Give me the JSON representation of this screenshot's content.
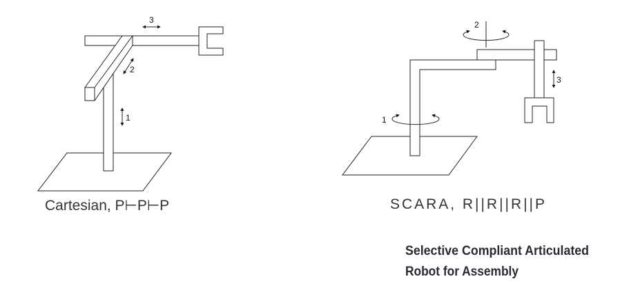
{
  "cartesian": {
    "caption": "Cartesian, P⊢P⊢P",
    "joint_labels": [
      "1",
      "2",
      "3"
    ]
  },
  "scara": {
    "caption": "SCARA, R||R||R||P",
    "joint_labels": [
      "1",
      "2",
      "3"
    ],
    "description_line1": "Selective Compliant Articulated",
    "description_line2": "Robot for Assembly"
  }
}
